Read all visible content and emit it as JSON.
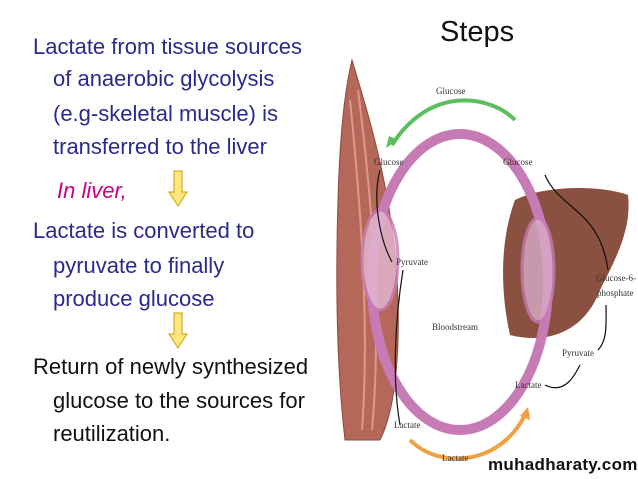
{
  "slide": {
    "title": "Steps",
    "paragraphs": [
      {
        "lines": [
          "Lactate from tissue sources",
          "of anaerobic glycolysis",
          "(e.g-skeletal muscle) is",
          "transferred to the liver"
        ]
      },
      {
        "note": "In liver,"
      },
      {
        "lines": [
          "Lactate is converted to",
          "pyruvate to finally",
          "produce glucose"
        ]
      },
      {
        "lines": [
          "Return of newly synthesized",
          "glucose to the sources for",
          "reutilization."
        ]
      }
    ],
    "watermark": "muhadharaty.com"
  },
  "diagram": {
    "labels": {
      "glucose_top": "Glucose",
      "glucose_left": "Glucose",
      "glucose_right": "Glucose",
      "pyruvate_muscle": "Pyruvate",
      "bloodstream": "Bloodstream",
      "g6p_line1": "Glucose-6-",
      "g6p_line2": "phosphate",
      "pyruvate_liver": "Pyruvate",
      "lactate_liver": "Lactate",
      "lactate_muscle": "Lactate",
      "lactate_bottom": "Lactate"
    },
    "colors": {
      "vessel": "#c77bb5",
      "muscle": "#b5685a",
      "liver": "#8a5040",
      "glucose_arrow": "#5bbf5b",
      "lactate_arrow": "#f0a040"
    }
  }
}
